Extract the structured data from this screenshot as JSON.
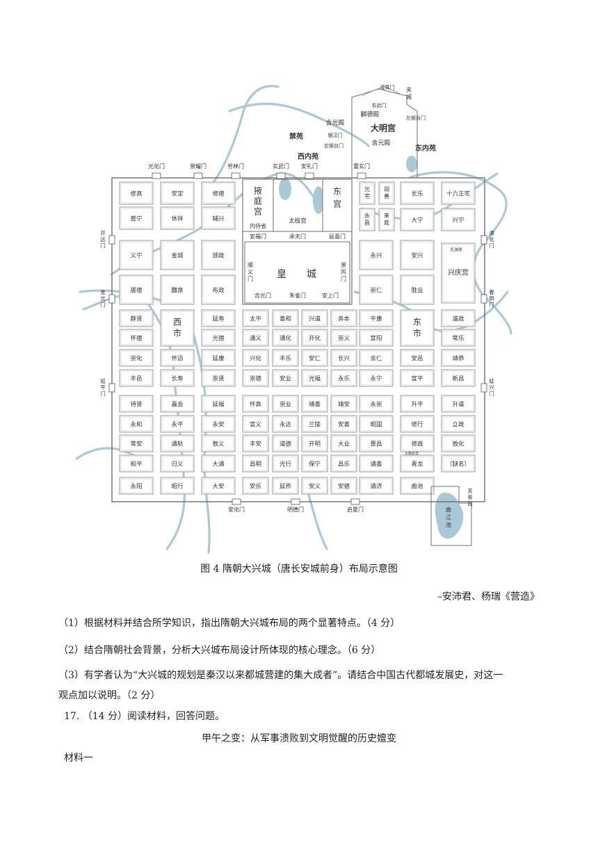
{
  "map": {
    "top_gates": [
      "光化门",
      "景耀门",
      "芳林门",
      "玄武门",
      "安礼门",
      "重玄门"
    ],
    "outer_gates": {
      "west": [
        "开远门",
        "金光门",
        "延平门"
      ],
      "east": [
        "通化门",
        "春明门",
        "延兴门"
      ],
      "south": [
        "安化门",
        "明德门",
        "启夏门"
      ]
    },
    "palace_labels": [
      "禁苑",
      "西内苑",
      "含光殿",
      "大明宫",
      "东内苑",
      "含元殿",
      "麟德殿",
      "玄武门",
      "左银台门",
      "右银台门",
      "银汉门",
      "凌霄门",
      "夹城"
    ],
    "palaces": {
      "taiji": "太极宫",
      "yeting": "掖庭宫",
      "dong": "东宫",
      "huang": "皇城",
      "xingqing": "兴庆宫"
    },
    "inner_gates": [
      "安福门",
      "承天门",
      "延喜门",
      "含光门",
      "朱雀门",
      "安上门",
      "顺义门",
      "景风门",
      "内侍省"
    ],
    "markets": {
      "west": "西市",
      "east": "东市"
    },
    "west_grid": [
      [
        "修真",
        "安定",
        "修德"
      ],
      [
        "普宁",
        "休祥",
        "辅兴"
      ],
      [
        "义宁",
        "金城",
        "颁政"
      ],
      [
        "居德",
        "醴泉",
        "布政"
      ],
      [
        "群贤",
        "",
        "延寿"
      ],
      [
        "怀德",
        "",
        "光德"
      ],
      [
        "崇化",
        "怀远",
        "延康"
      ],
      [
        "丰邑",
        "长寿",
        "崇贤"
      ],
      [
        "待贤",
        "嘉会",
        "延福"
      ],
      [
        "永和",
        "永平",
        "永安"
      ],
      [
        "常安",
        "通轨",
        "敦义"
      ],
      [
        "和平",
        "归义",
        "大通"
      ],
      [
        "永阳",
        "昭行",
        "大安"
      ]
    ],
    "center_grid": [
      [
        "太平",
        "善和",
        "兴道",
        "务本"
      ],
      [
        "通义",
        "通化",
        "开化",
        "崇义"
      ],
      [
        "兴化",
        "丰乐",
        "安仁",
        "长兴"
      ],
      [
        "崇德",
        "安业",
        "光福",
        "永乐"
      ],
      [
        "怀真",
        "崇业",
        "靖善",
        "靖安"
      ],
      [
        "宣义",
        "永达",
        "兰陵",
        "安善"
      ],
      [
        "丰安",
        "道德",
        "开明",
        "大业"
      ],
      [
        "昌明",
        "光行",
        "保宁",
        "昌乐"
      ],
      [
        "安乐",
        "延祚",
        "安义",
        "安德"
      ]
    ],
    "east_grid": [
      [
        "光宅",
        "翊善",
        "长乐",
        "十六王宅"
      ],
      [
        "永昌",
        "来庭",
        "大宁",
        "兴宁"
      ],
      [
        "",
        "永兴",
        "安兴",
        ""
      ],
      [
        "",
        "崇仁",
        "胜业",
        ""
      ],
      [
        "",
        "平康",
        "",
        "道政"
      ],
      [
        "",
        "宣阳",
        "",
        "常乐"
      ],
      [
        "",
        "亲仁",
        "安邑",
        "靖恭"
      ],
      [
        "",
        "永宁",
        "宣平",
        "新昌"
      ],
      [
        "",
        "永崇",
        "升平",
        "升道"
      ],
      [
        "",
        "昭国",
        "修行",
        "立政"
      ],
      [
        "",
        "晋昌",
        "修政",
        "敦化"
      ],
      [
        "",
        "通善",
        "青龙",
        "（缺名）"
      ],
      [
        "",
        "通济",
        "曲池",
        ""
      ]
    ],
    "qujiang": [
      "曲",
      "江",
      "池"
    ],
    "furong": [
      "芙",
      "蓉",
      "园"
    ],
    "small_notes": [
      "大慈恩寺",
      "乐游原"
    ]
  },
  "caption": "图 4 隋朝大兴城（唐长安城前身）布局示意图",
  "source": "–安沛君、杨瑞《营造》",
  "questions": {
    "q1": "（1）根据材料并结合所学知识，指出隋朝大兴城布局的两个显著特点。（4 分）",
    "q2": "（2）结合隋朝社会背景，分析大兴城布局设计所体现的核心理念。（6 分）",
    "q3a": "（3）有学者认为“大兴城的规划是秦汉以来都城营建的集大成者”。请结合中国古代都城发展史，对这一",
    "q3b": "观点加以说明。（2 分）",
    "q17": "17.  （14 分）阅读材料，回答问题。",
    "title": "甲午之变：从军事溃败到文明觉醒的历史嬗变",
    "material": "材料一"
  },
  "colors": {
    "water": "#a9c9d6",
    "grid": "#6d6d6d",
    "block_border": "#9a9a9a"
  }
}
